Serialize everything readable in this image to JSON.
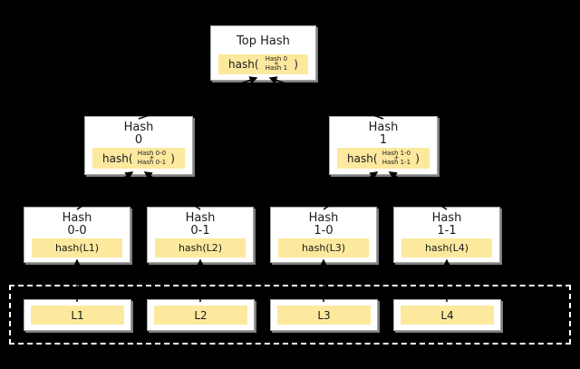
{
  "colors": {
    "bg": "#000000",
    "box_fill": "#ffffff",
    "box_border": "#a6a6a6",
    "box_shadow": "#7f7f7f",
    "inner_fill": "#fce99e",
    "text": "#1a1a1a",
    "dash": "#ffffff"
  },
  "root": {
    "title": "Top Hash",
    "fn_open": "hash(",
    "arg_top": "Hash 0",
    "plus": "+",
    "arg_bottom": "Hash 1",
    "fn_close": ")"
  },
  "level1": [
    {
      "title": "Hash",
      "subtitle": "0",
      "fn_open": "hash(",
      "arg_top": "Hash 0-0",
      "plus": "+",
      "arg_bottom": "Hash 0-1",
      "fn_close": ")"
    },
    {
      "title": "Hash",
      "subtitle": "1",
      "fn_open": "hash(",
      "arg_top": "Hash 1-0",
      "plus": "+",
      "arg_bottom": "Hash 1-1",
      "fn_close": ")"
    }
  ],
  "level2": [
    {
      "title": "Hash",
      "subtitle": "0-0",
      "hash_label": "hash(L1)"
    },
    {
      "title": "Hash",
      "subtitle": "0-1",
      "hash_label": "hash(L2)"
    },
    {
      "title": "Hash",
      "subtitle": "1-0",
      "hash_label": "hash(L3)"
    },
    {
      "title": "Hash",
      "subtitle": "1-1",
      "hash_label": "hash(L4)"
    }
  ],
  "data_blocks": [
    {
      "label": "L1"
    },
    {
      "label": "L2"
    },
    {
      "label": "L3"
    },
    {
      "label": "L4"
    }
  ]
}
